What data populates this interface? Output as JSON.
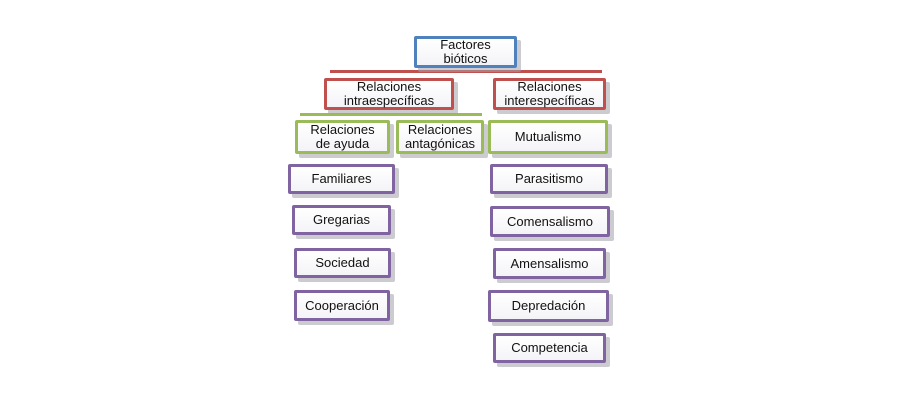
{
  "colors": {
    "root": "#4f81bd",
    "level1": "#c0504d",
    "level2": "#9bbb59",
    "level3": "#8064a2"
  },
  "root": {
    "label": "Factores\nbióticos"
  },
  "branches": {
    "intra": {
      "label": "Relaciones\nintraespecíficas",
      "ayuda": {
        "label": "Relaciones\nde ayuda",
        "items": [
          "Familiares",
          "Gregarias",
          "Sociedad",
          "Cooperación"
        ]
      },
      "antagonicas": {
        "label": "Relaciones\nantagónicas"
      }
    },
    "inter": {
      "label": "Relaciones\ninterespecíficas",
      "items": [
        "Mutualismo",
        "Parasitismo",
        "Comensalismo",
        "Amensalismo",
        "Depredación",
        "Competencia"
      ]
    }
  }
}
